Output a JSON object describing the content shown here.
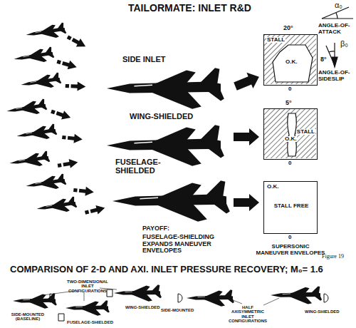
{
  "diagram": {
    "title": "TAILORMATE: INLET R&D",
    "nodes": [
      {
        "text": [
          "STALL",
          "O.K."
        ]
      },
      {
        "text": [
          "STALL",
          "O.K."
        ]
      },
      {
        "text": [
          "O.K.",
          "STALL FREE"
        ]
      }
    ],
    "labels": [
      "SIDE INLET",
      "WING-SHIELDED",
      "FUSELAGE-SHIELDED",
      "ANGLE-OF-ATTACK",
      "α₀",
      "β₀",
      "ANGLE-OF-SIDESLIP",
      "20°",
      "8°",
      "0",
      "5°",
      "0",
      "0",
      "PAYOFF:",
      "FUSELAGE-SHIELDING EXPANDS MANEUVER ENVELOPES",
      "SUPERSONIC MANEUVER ENVELOPES",
      "Figure 19",
      "COMPARISON OF 2-D AND AXI. INLET PRESSURE RECOVERY; M₀= 1.6",
      "TWO-DIMENSIONAL INLET CONFIGURATIONS",
      "SIDE-MOUNTED (BASELINE)",
      "FUSELAGE-SHIELDED",
      "WING-SHIELDED",
      "SIDE-MOUNTED",
      "HALF AXISYMMETRIC INLET CONFIGURATIONS",
      "WING-SHIELDED"
    ]
  }
}
